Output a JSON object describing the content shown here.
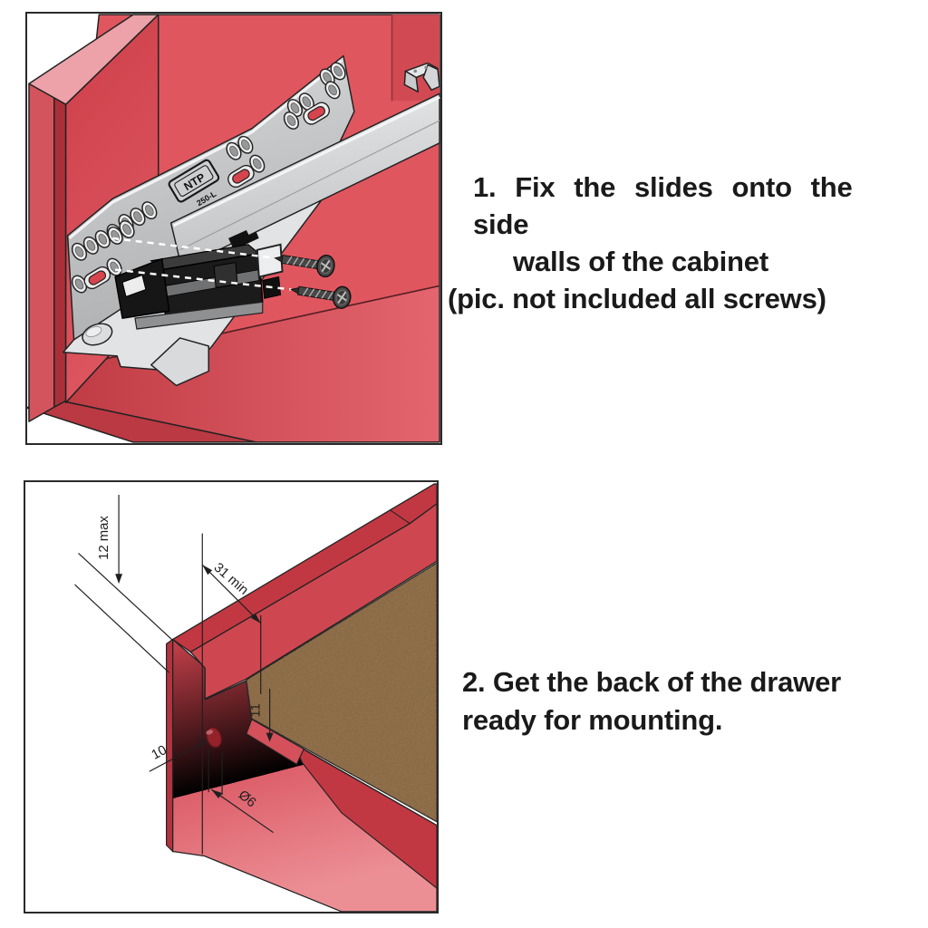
{
  "instructions": {
    "step1": {
      "line1": "1. Fix the slides onto the side",
      "line2": "walls of the cabinet",
      "line3": "(pic. not included all screws)"
    },
    "step2": {
      "line1": "2. Get the back of the drawer",
      "line2": "ready for mounting."
    }
  },
  "panel1": {
    "rail_brand": "NTP",
    "rail_model": "250-L"
  },
  "panel2": {
    "dimensions": {
      "top_offset": "12 max",
      "depth": "31 min",
      "step_height": "11",
      "hole_offset": "10",
      "hole_diameter": "Ø6"
    }
  },
  "palette": {
    "cabinet_red": "#E0565F",
    "dark_red": "#C23842",
    "pink_top": "#ECA2A8",
    "board_red": "#D4414B",
    "rail_gray": "#C9CBCD",
    "plastic_black": "#1B1B1B",
    "bottom_brown": "#8A6743",
    "dashed_line": "#FFFFFF",
    "text_black": "#1A1A1A",
    "frame_border": "#2A2A2A"
  }
}
